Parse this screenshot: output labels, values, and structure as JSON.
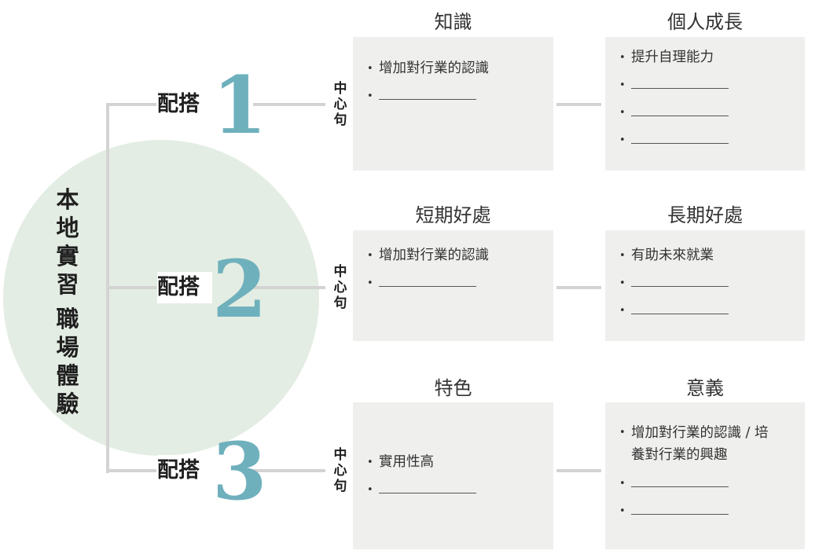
{
  "topic": [
    "本",
    "地",
    "實",
    "習",
    "職",
    "場",
    "體",
    "驗"
  ],
  "center_label": [
    "中",
    "心",
    "句"
  ],
  "groups": [
    {
      "pair_label": "配搭",
      "number": "1",
      "left_title": "知識",
      "left_items": [
        "增加對行業的認識"
      ],
      "right_title": "個人成長",
      "right_items": [
        "提升自理能力"
      ]
    },
    {
      "pair_label": "配搭",
      "number": "2",
      "left_title": "短期好處",
      "left_items": [
        "增加對行業的認識"
      ],
      "right_title": "長期好處",
      "right_items": [
        "有助未來就業"
      ]
    },
    {
      "pair_label": "配搭",
      "number": "3",
      "left_title": "特色",
      "left_items": [
        "實用性高"
      ],
      "right_title": "意義",
      "right_items": [
        "增加對行業的認識 / 培養對行業的興趣"
      ]
    }
  ],
  "colors": {
    "accent_number": "#6fb0bd",
    "circle": "#e3ede3",
    "box": "#eff0ee",
    "connector": "#d3d3d3"
  }
}
